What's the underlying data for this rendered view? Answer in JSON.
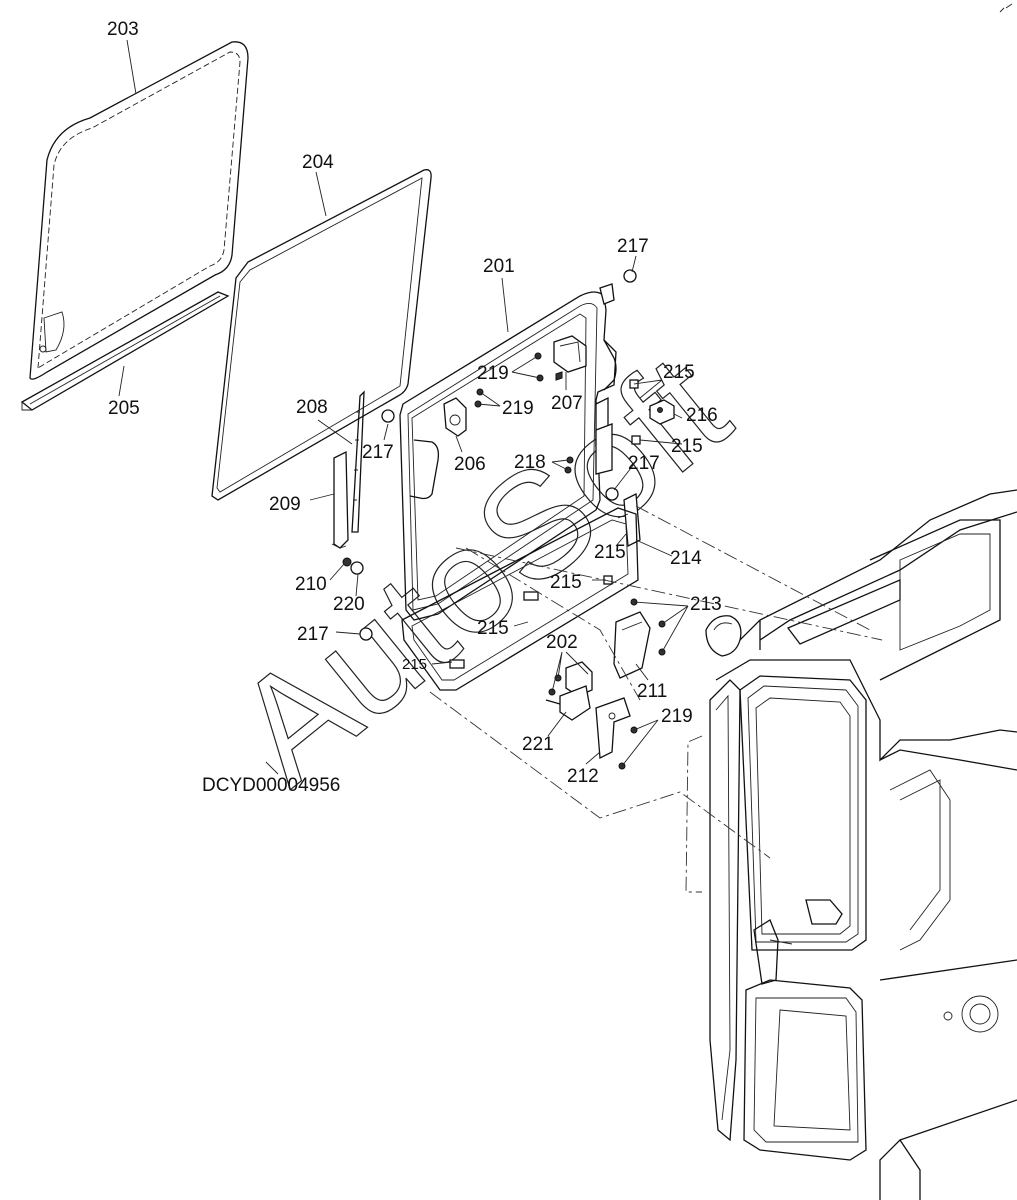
{
  "diagram": {
    "drawing_code": "DCYD00004956",
    "watermark": "AutoSoft",
    "labels": [
      {
        "id": "203",
        "text": "203"
      },
      {
        "id": "204",
        "text": "204"
      },
      {
        "id": "205",
        "text": "205"
      },
      {
        "id": "201",
        "text": "201"
      },
      {
        "id": "217a",
        "text": "217"
      },
      {
        "id": "219a",
        "text": "219"
      },
      {
        "id": "207",
        "text": "207"
      },
      {
        "id": "219b",
        "text": "219"
      },
      {
        "id": "208",
        "text": "208"
      },
      {
        "id": "217b",
        "text": "217"
      },
      {
        "id": "206",
        "text": "206"
      },
      {
        "id": "215a",
        "text": "215"
      },
      {
        "id": "216",
        "text": "216"
      },
      {
        "id": "215b",
        "text": "215"
      },
      {
        "id": "218",
        "text": "218"
      },
      {
        "id": "217c",
        "text": "217"
      },
      {
        "id": "209",
        "text": "209"
      },
      {
        "id": "215c",
        "text": "215"
      },
      {
        "id": "214",
        "text": "214"
      },
      {
        "id": "210",
        "text": "210"
      },
      {
        "id": "215d",
        "text": "215"
      },
      {
        "id": "220",
        "text": "220"
      },
      {
        "id": "213",
        "text": "213"
      },
      {
        "id": "217d",
        "text": "217"
      },
      {
        "id": "215e",
        "text": "215"
      },
      {
        "id": "202",
        "text": "202"
      },
      {
        "id": "215f",
        "text": "215"
      },
      {
        "id": "211",
        "text": "211"
      },
      {
        "id": "219c",
        "text": "219"
      },
      {
        "id": "221",
        "text": "221"
      },
      {
        "id": "212",
        "text": "212"
      }
    ]
  }
}
